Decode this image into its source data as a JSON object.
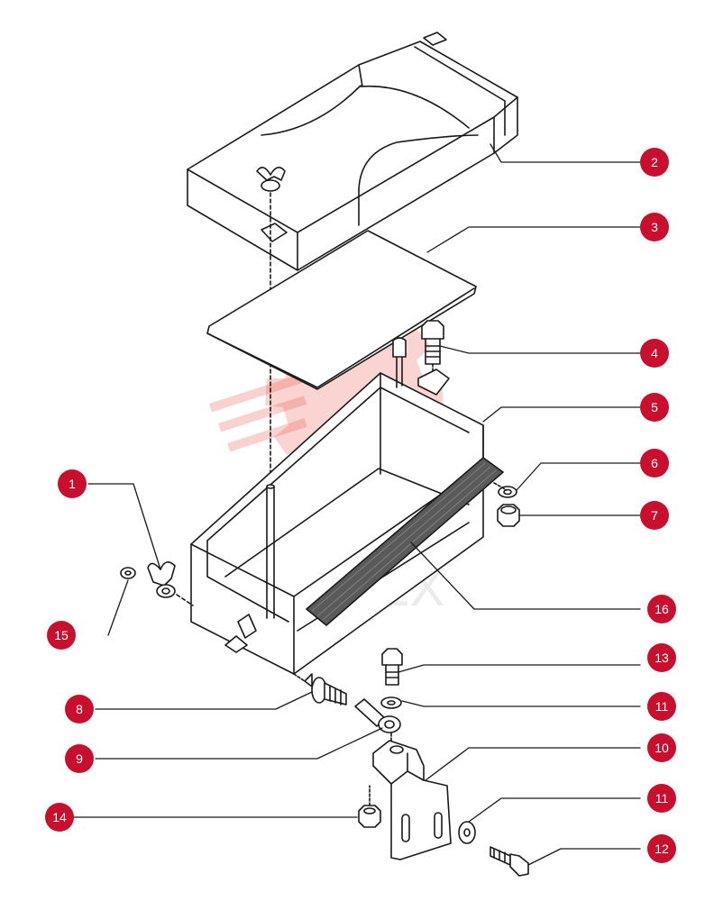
{
  "diagram": {
    "type": "exploded-parts-view",
    "callout_color": "#c8102e",
    "line_color": "#1a1a1a",
    "watermark": {
      "text": "ИНТЕХ",
      "color": "#e8392f"
    },
    "callouts": [
      {
        "label": "1",
        "part": "wing-nut"
      },
      {
        "label": "2",
        "part": "hopper-cover"
      },
      {
        "label": "3",
        "part": "lid-plate"
      },
      {
        "label": "4",
        "part": "bolt"
      },
      {
        "label": "5",
        "part": "hopper-box"
      },
      {
        "label": "6",
        "part": "washer"
      },
      {
        "label": "7",
        "part": "nut"
      },
      {
        "label": "8",
        "part": "shoulder-bolt"
      },
      {
        "label": "9",
        "part": "rod-end"
      },
      {
        "label": "10",
        "part": "mounting-bracket"
      },
      {
        "label": "11",
        "part": "washer"
      },
      {
        "label": "11",
        "part": "washer"
      },
      {
        "label": "12",
        "part": "bolt"
      },
      {
        "label": "13",
        "part": "bolt"
      },
      {
        "label": "14",
        "part": "nut"
      },
      {
        "label": "15",
        "part": "lock-washer"
      },
      {
        "label": "16",
        "part": "brush-strip"
      }
    ]
  }
}
